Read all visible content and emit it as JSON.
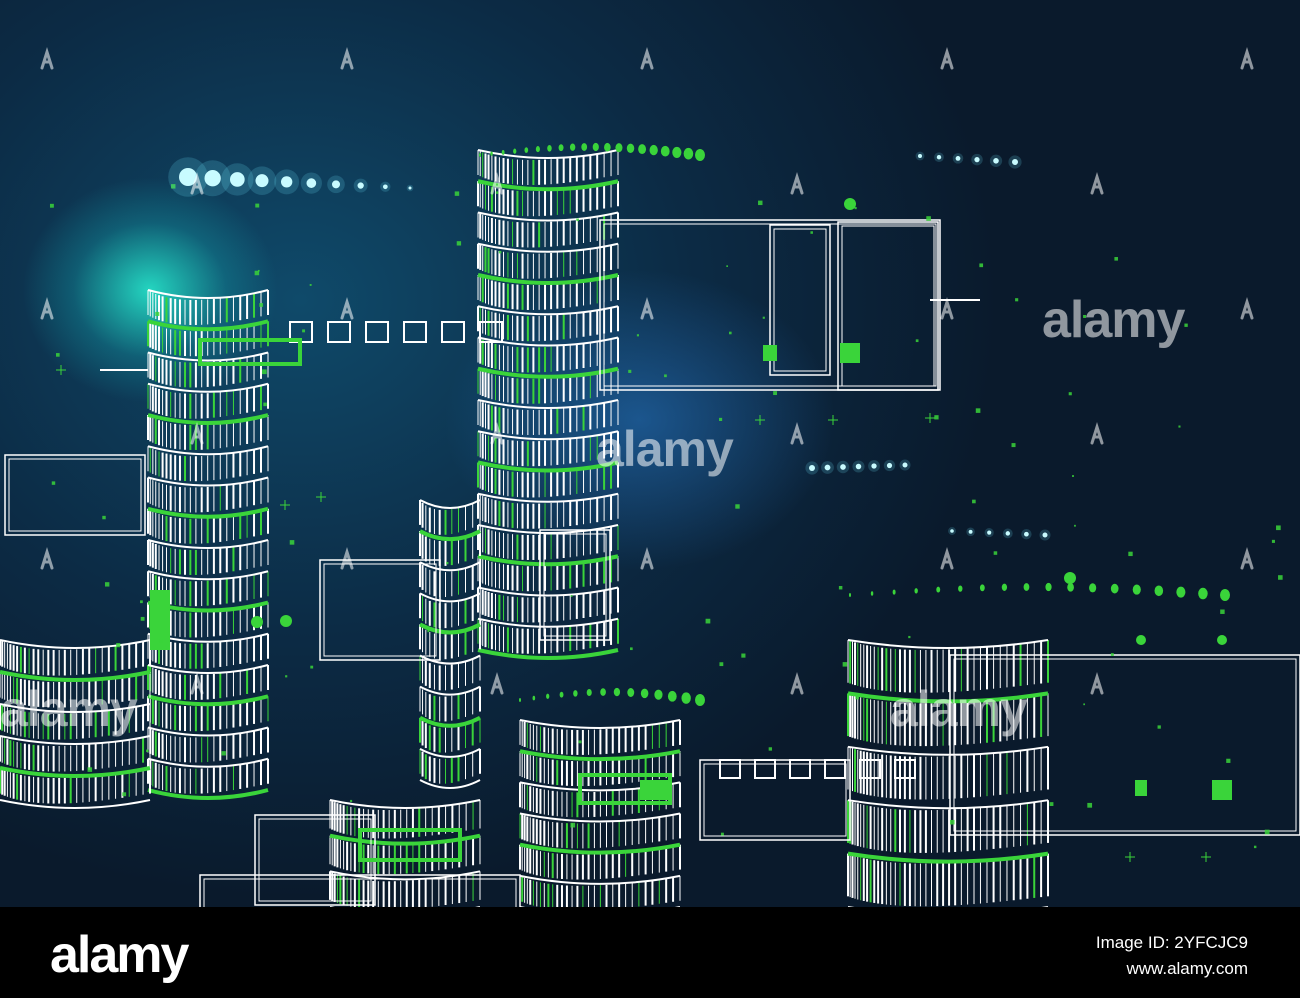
{
  "image": {
    "watermark_text": "alamy",
    "colors": {
      "background_dark": "#0a1a2c",
      "glow_cyan": "#28f0d2",
      "line_white": "#ffffff",
      "accent_green": "#3ad43a"
    }
  },
  "footer": {
    "logo": "alamy",
    "image_id": "Image ID: 2YFCJC9",
    "url": "www.alamy.com"
  }
}
